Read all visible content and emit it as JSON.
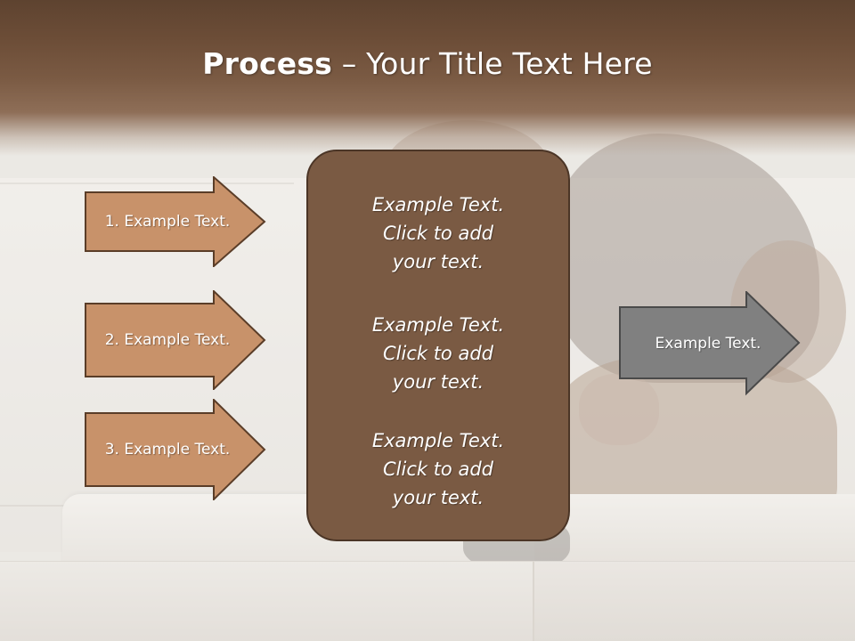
{
  "title": {
    "bold": "Process",
    "rest": " – Your Title Text Here"
  },
  "steps": [
    {
      "label": "1. Example Text."
    },
    {
      "label": "2. Example Text."
    },
    {
      "label": "3. Example Text."
    }
  ],
  "center_blocks": [
    {
      "line1": "Example Text.",
      "line2": "Click  to add",
      "line3": "your text."
    },
    {
      "line1": "Example Text.",
      "line2": "Click  to add",
      "line3": "your text."
    },
    {
      "line1": "Example Text.",
      "line2": "Click  to add",
      "line3": "your text."
    }
  ],
  "result": {
    "label": "Example Text."
  },
  "colors": {
    "header": "#6c4d37",
    "arrow_fill": "#c8926a",
    "arrow_stroke": "#5a3d28",
    "center_fill": "#7a5a43",
    "result_fill": "#808080"
  }
}
